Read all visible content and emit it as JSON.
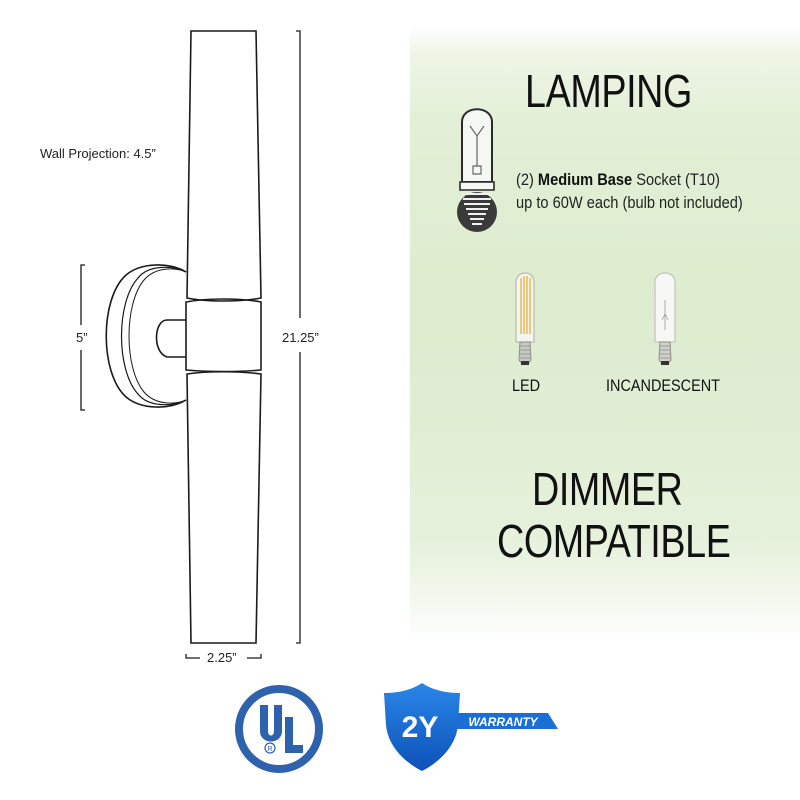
{
  "dimensions": {
    "wall_projection": "Wall Projection: 4.5”",
    "backplate_height": "5”",
    "overall_height": "21.25”",
    "width": "2.25”"
  },
  "lamping": {
    "title": "LAMPING",
    "line1_prefix": "(2) ",
    "line1_bold": "Medium Base",
    "line1_suffix": " Socket (T10)",
    "line2": "up to 60W each (bulb not included)",
    "bulb_types": [
      {
        "label": "LED",
        "icon": "led-filament-bulb-icon"
      },
      {
        "label": "INCANDESCENT",
        "icon": "incandescent-bulb-icon"
      }
    ]
  },
  "dimmer": {
    "line1": "DIMMER",
    "line2": "COMPATIBLE"
  },
  "badges": {
    "ul": {
      "letters_top": "U",
      "letters_bottom": "L",
      "registered": "R",
      "color": "#2f62ad"
    },
    "warranty": {
      "years": "2Y",
      "label": "WARRANTY",
      "color": "#1a6fd6",
      "color_dark": "#0d4fb0"
    }
  },
  "colors": {
    "panel_green": "#ddeccf",
    "line": "#1a1a1a"
  }
}
